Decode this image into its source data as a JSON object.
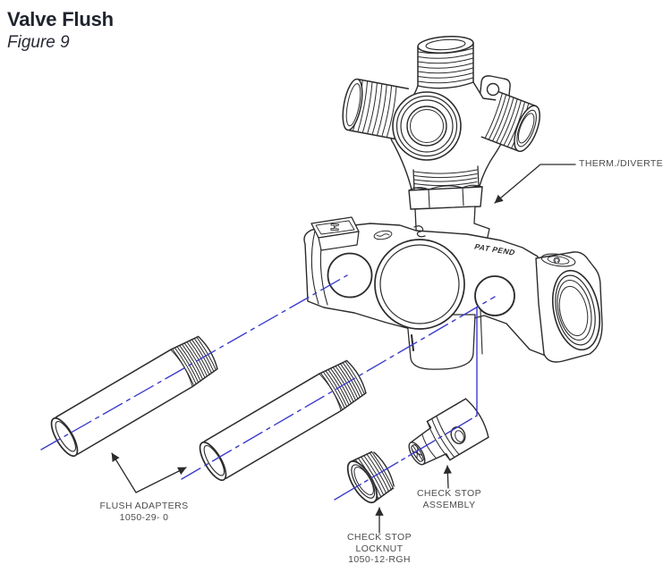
{
  "header": {
    "title": "Valve Flush",
    "figure_caption": "Figure 9"
  },
  "callouts": {
    "therm_diverter": {
      "label": "THERM./DIVERTER"
    },
    "flush_adapters": {
      "label": "FLUSH ADAPTERS",
      "part_number": "1050-29- 0"
    },
    "check_stop_locknut": {
      "label_line1": "CHECK STOP",
      "label_line2": "LOCKNUT",
      "part_number": "1050-12-RGH"
    },
    "check_stop_assembly": {
      "label_line1": "CHECK STOP",
      "label_line2": "ASSEMBLY"
    }
  },
  "engravings": {
    "hot_port_marking": "H",
    "cold_port_marking": "C",
    "patent_marking": "PAT PEND"
  },
  "colors": {
    "line_art": "#2b2b2e",
    "centerline_blue": "#3c3ccd",
    "callout_text": "#4c4c4c",
    "title_text": "#20242e"
  }
}
